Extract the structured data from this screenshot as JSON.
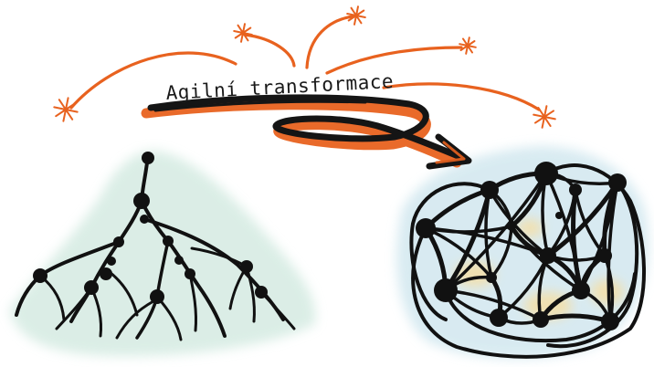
{
  "caption": "Agilní transformace",
  "colors": {
    "ink": "#111111",
    "accent": "#e8621f",
    "hierarchy_wash": "#cfe8de",
    "network_wash": "#cfe6ee",
    "network_glow": "#f5dfa6"
  },
  "diagram": {
    "from": "hierarchy-tree",
    "to": "network-mesh",
    "sparks": 5
  }
}
